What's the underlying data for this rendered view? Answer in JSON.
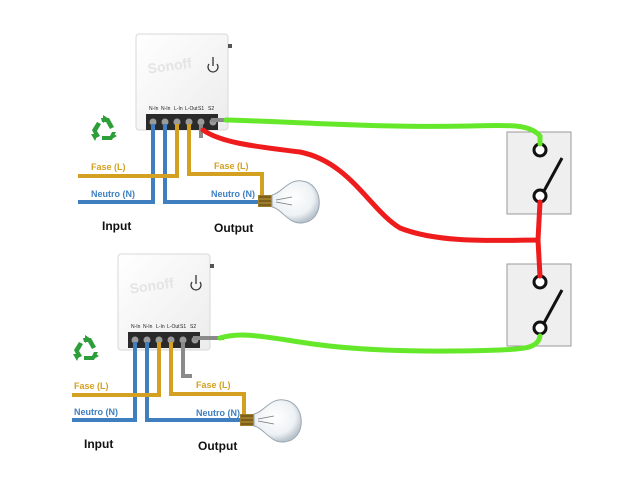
{
  "colors": {
    "phase": "#d4a021",
    "neutral": "#3f7fc0",
    "traveler_red": "#ee1c1c",
    "traveler_green": "#66e82a",
    "gray_wire": "#8a8a8a",
    "recycle": "#2e9e3a"
  },
  "modules": [
    {
      "brand": "Sonoff",
      "terminals": [
        "N-In",
        "N-In",
        "L-In",
        "L-Out",
        "S1",
        "S2"
      ],
      "phase_input_label": "Fase (L)",
      "phase_output_label": "Fase (L)",
      "neutral_input_label": "Neutro (N)",
      "neutral_output_label": "Neutro (N)",
      "input_label": "Input",
      "output_label": "Output",
      "bulb_icon": "light-bulb-icon",
      "recycle_icon": "recycle-icon"
    },
    {
      "brand": "Sonoff",
      "terminals": [
        "N-In",
        "N-In",
        "L-In",
        "L-Out",
        "S1",
        "S2"
      ],
      "phase_input_label": "Fase (L)",
      "phase_output_label": "Fase (L)",
      "neutral_input_label": "Neutro (N)",
      "neutral_output_label": "Neutro (N)",
      "input_label": "Input",
      "output_label": "Output",
      "bulb_icon": "light-bulb-icon",
      "recycle_icon": "recycle-icon"
    }
  ],
  "switches": [
    {
      "icon": "two-way-switch-icon"
    },
    {
      "icon": "two-way-switch-icon"
    }
  ]
}
